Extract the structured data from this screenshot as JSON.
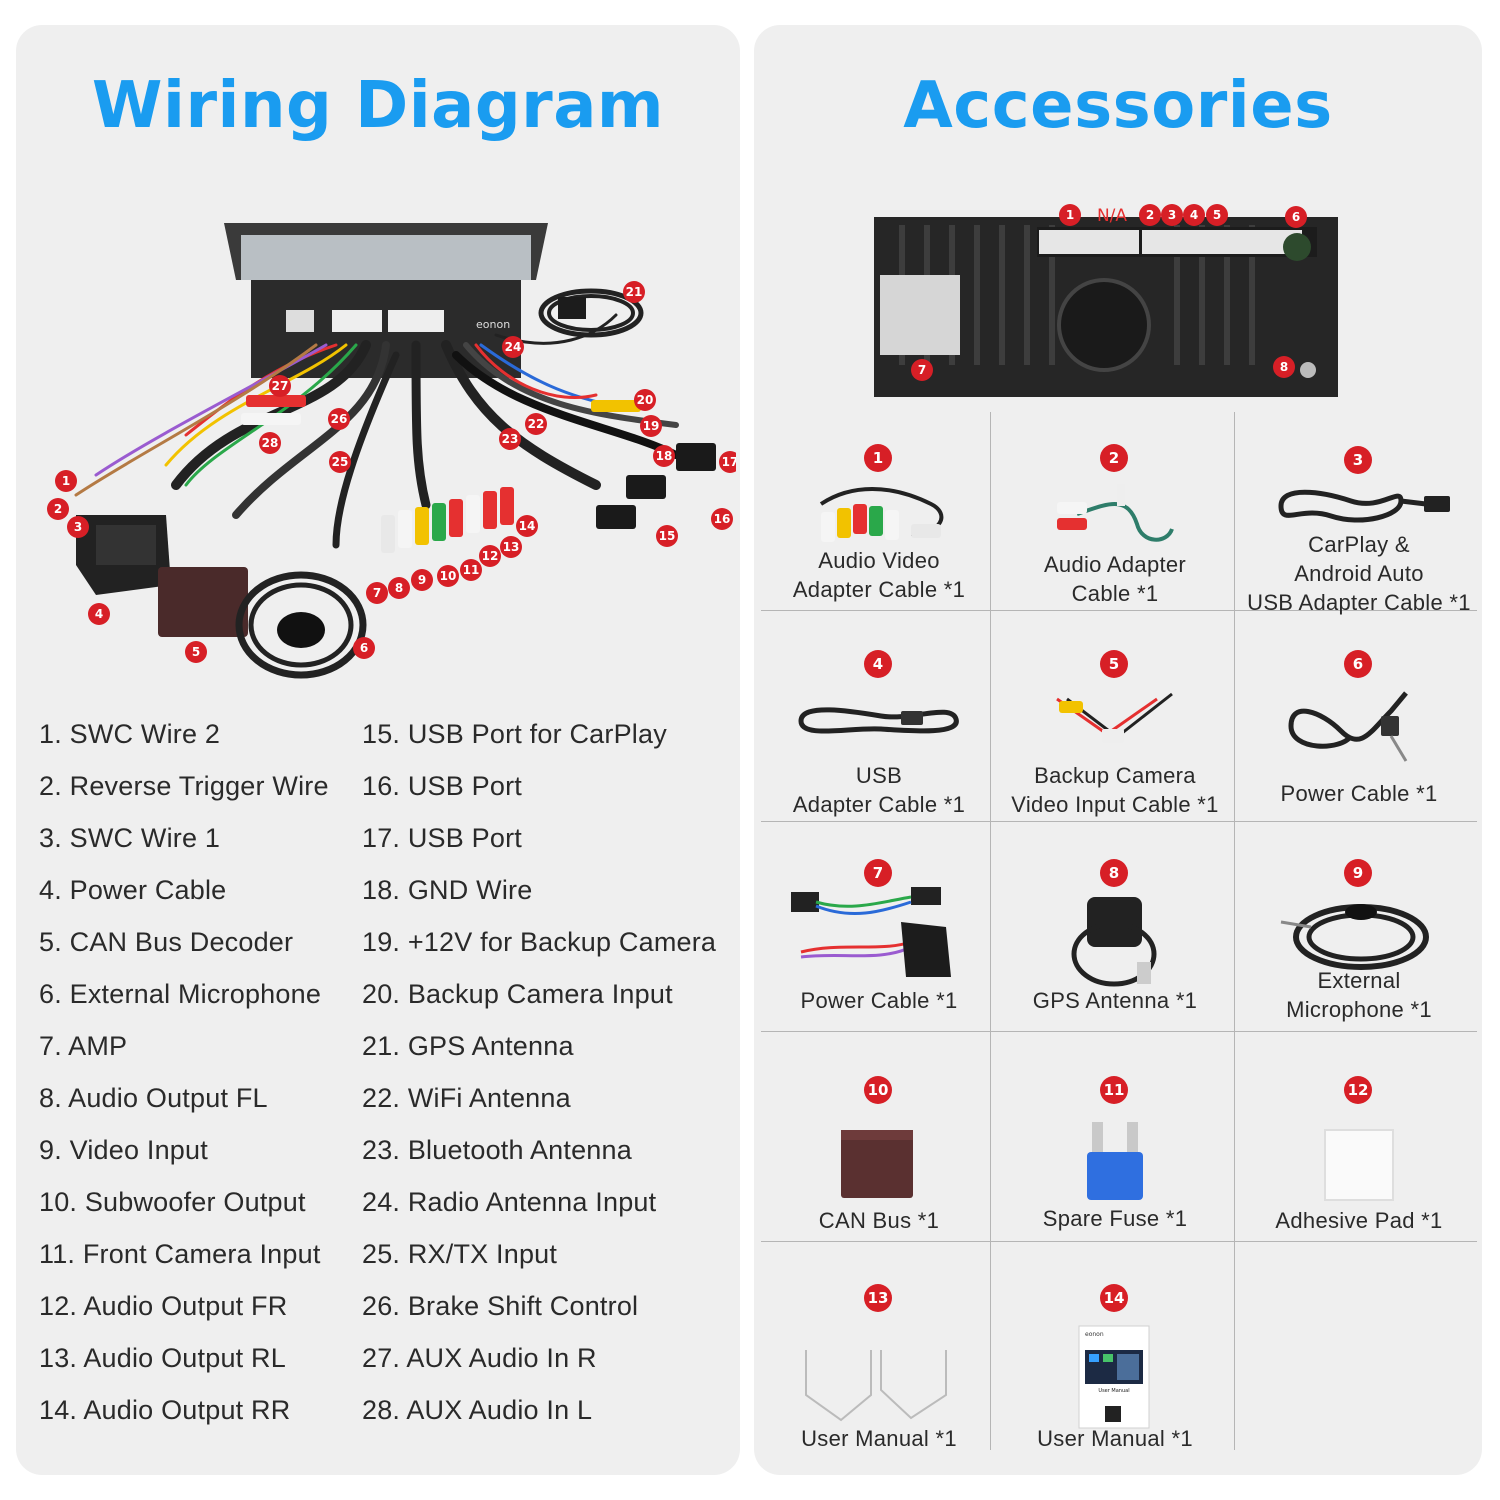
{
  "wiring": {
    "title": "Wiring Diagram",
    "unit_brand": "eonon",
    "callouts": [
      "1",
      "2",
      "3",
      "4",
      "5",
      "6",
      "7",
      "8",
      "9",
      "10",
      "11",
      "12",
      "13",
      "14",
      "15",
      "16",
      "17",
      "18",
      "19",
      "20",
      "21",
      "22",
      "23",
      "24",
      "25",
      "26",
      "27",
      "28"
    ],
    "legend_left": [
      "1. SWC Wire 2",
      "2. Reverse Trigger Wire",
      "3. SWC Wire 1",
      "4. Power Cable",
      "5. CAN Bus Decoder",
      "6. External Microphone",
      "7. AMP",
      "8. Audio Output FL",
      "9. Video Input",
      "10. Subwoofer Output",
      "11. Front Camera Input",
      "12. Audio Output FR",
      "13. Audio Output RL",
      "14. Audio Output RR"
    ],
    "legend_right": [
      "15. USB Port for CarPlay",
      "16. USB Port",
      "17. USB Port",
      "18. GND Wire",
      "19. +12V for Backup Camera",
      "20. Backup Camera Input",
      "21. GPS Antenna",
      "22. WiFi Antenna",
      "23. Bluetooth Antenna",
      "24. Radio Antenna Input",
      "25. RX/TX Input",
      "26. Brake Shift Control",
      "27. AUX Audio In R",
      "28. AUX Audio In L"
    ]
  },
  "accessories": {
    "title": "Accessories",
    "rear_labels": {
      "p1": "1",
      "na": "N/A",
      "p2": "2",
      "p3": "3",
      "p4": "4",
      "p5": "5",
      "p6": "6",
      "p7": "7",
      "p8": "8"
    },
    "items": [
      {
        "num": "1",
        "caption": [
          "Audio Video",
          "Adapter Cable *1"
        ],
        "icon": "av-adapter-cable-icon"
      },
      {
        "num": "2",
        "caption": [
          "Audio Adapter",
          "Cable *1"
        ],
        "icon": "audio-adapter-cable-icon"
      },
      {
        "num": "3",
        "caption": [
          "CarPlay &",
          "Android Auto",
          "USB Adapter Cable *1"
        ],
        "icon": "usb-adapter-cable-icon"
      },
      {
        "num": "4",
        "caption": [
          "USB",
          "Adapter Cable *1"
        ],
        "icon": "usb-cable-icon"
      },
      {
        "num": "5",
        "caption": [
          "Backup Camera",
          "Video Input Cable *1"
        ],
        "icon": "camera-input-cable-icon"
      },
      {
        "num": "6",
        "caption": [
          "Power Cable *1"
        ],
        "icon": "antenna-power-cable-icon"
      },
      {
        "num": "7",
        "caption": [
          "Power Cable *1"
        ],
        "icon": "power-harness-icon"
      },
      {
        "num": "8",
        "caption": [
          "GPS Antenna *1"
        ],
        "icon": "gps-antenna-icon"
      },
      {
        "num": "9",
        "caption": [
          "External",
          "Microphone *1"
        ],
        "icon": "microphone-icon"
      },
      {
        "num": "10",
        "caption": [
          "CAN Bus *1"
        ],
        "icon": "can-bus-icon"
      },
      {
        "num": "11",
        "caption": [
          "Spare Fuse *1"
        ],
        "icon": "fuse-icon"
      },
      {
        "num": "12",
        "caption": [
          "Adhesive Pad *1"
        ],
        "icon": "adhesive-pad-icon"
      },
      {
        "num": "13",
        "caption": [
          "User Manual *1"
        ],
        "icon": "removal-tools-icon"
      },
      {
        "num": "14",
        "caption": [
          "User Manual *1"
        ],
        "icon": "user-manual-icon"
      }
    ],
    "manual_cover": {
      "brand": "eonon",
      "text": "User Manual"
    }
  },
  "colors": {
    "title_blue": "#1a9cf0",
    "badge_red": "#d71f26",
    "panel_gray": "#efefef",
    "divider": "#b5b5b5"
  }
}
